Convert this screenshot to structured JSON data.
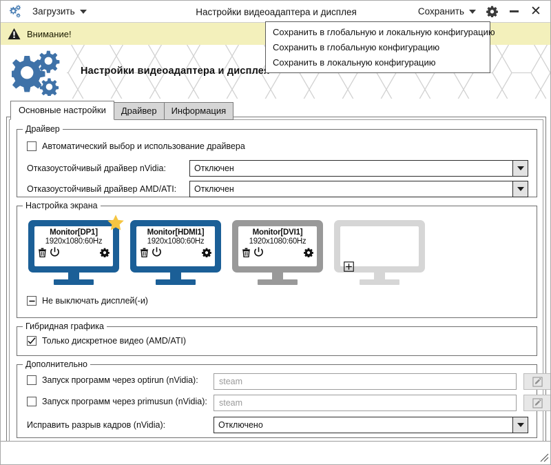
{
  "titlebar": {
    "logo_icon": "gears-icon",
    "load_label": "Загрузить",
    "title": "Настройки видеоадаптера и дисплея",
    "save_label": "Сохранить",
    "settings_icon": "gear-icon",
    "minimize_icon": "minimize-icon",
    "close_icon": "close-icon"
  },
  "save_menu": {
    "items": [
      {
        "label": "Сохранить в глобальную и локальную конфигурацию"
      },
      {
        "label": "Сохранить в глобальную конфигурацию"
      },
      {
        "label": "Сохранить в локальную конфигурацию"
      }
    ]
  },
  "warning": {
    "icon": "warning-triangle-icon",
    "text": "Внимание!",
    "background": "#f3f0bb"
  },
  "hero": {
    "title": "Настройки видеоадаптера и дисплея",
    "icon": "gears-icon"
  },
  "tabs": [
    {
      "label": "Основные настройки",
      "active": true
    },
    {
      "label": "Драйвер",
      "active": false
    },
    {
      "label": "Информация",
      "active": false
    }
  ],
  "driver_group": {
    "legend": "Драйвер",
    "auto_checkbox": {
      "label": "Автоматический выбор и использование драйвера",
      "checked": false
    },
    "nvidia": {
      "label": "Отказоустойчивый драйвер nVidia:",
      "value": "Отключен"
    },
    "amd": {
      "label": "Отказоустойчивый драйвер AMD/ATI:",
      "value": "Отключен"
    }
  },
  "screen_group": {
    "legend": "Настройка экрана",
    "monitors": [
      {
        "name": "Monitor[DP1]",
        "mode": "1920x1080:60Hz",
        "color": "#1b5f97",
        "primary": true,
        "star_icon": "star-icon",
        "delete_icon": "trash-icon",
        "power_icon": "power-icon",
        "settings_icon": "gear-icon"
      },
      {
        "name": "Monitor[HDMI1]",
        "mode": "1920x1080:60Hz",
        "color": "#1b5f97",
        "primary": false,
        "delete_icon": "trash-icon",
        "power_icon": "power-icon",
        "settings_icon": "gear-icon"
      },
      {
        "name": "Monitor[DVI1]",
        "mode": "1920x1080:60Hz",
        "color": "#999999",
        "primary": false,
        "delete_icon": "trash-icon",
        "power_icon": "power-icon",
        "settings_icon": "gear-icon"
      },
      {
        "name": "",
        "mode": "",
        "color": "#d6d6d6",
        "primary": false,
        "empty": true,
        "add_icon": "plus-box-icon"
      }
    ],
    "keep_on_checkbox": {
      "label": "Не выключать дисплей(-и)",
      "state": "partial"
    }
  },
  "hybrid_group": {
    "legend": "Гибридная графика",
    "discrete_checkbox": {
      "label": "Только дискретное видео (AMD/ATI)",
      "checked": true
    }
  },
  "extra_group": {
    "legend": "Дополнительно",
    "optirun": {
      "label": "Запуск программ через optirun (nVidia):",
      "checked": false,
      "placeholder": "steam",
      "value": "",
      "edit_icon": "pencil-icon"
    },
    "primusrun": {
      "label": "Запуск программ через primusun (nVidia):",
      "checked": false,
      "placeholder": "steam",
      "value": "",
      "edit_icon": "pencil-icon"
    },
    "tearfree": {
      "label": "Исправить разрыв кадров (nVidia):",
      "value": "Отключено"
    }
  },
  "statusbar": {
    "resize_grip_icon": "resize-grip-icon"
  }
}
